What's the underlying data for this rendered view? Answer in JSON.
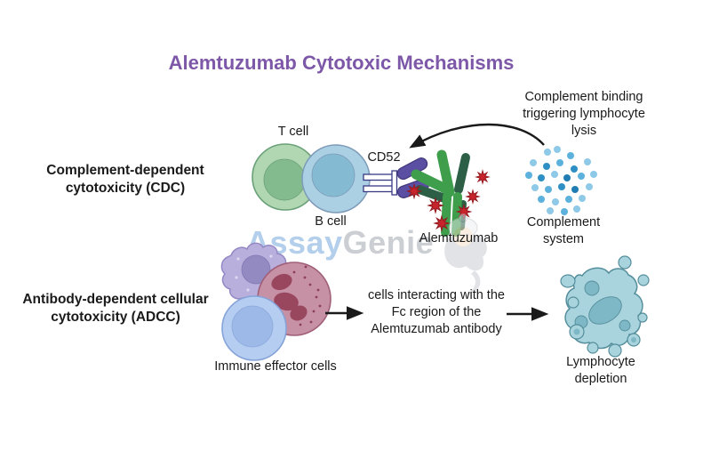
{
  "title": "Alemtuzumab Cytotoxic Mechanisms",
  "cdc": {
    "section_label": "Complement-dependent\ncytotoxicity (CDC)",
    "t_cell": "T cell",
    "b_cell": "B cell",
    "cd52": "CD52",
    "antibody": "Alemtuzumab",
    "complement_system": "Complement\nsystem",
    "annotation": "Complement binding\ntriggering lymphocyte lysis"
  },
  "adcc": {
    "section_label": "Antibody-dependent cellular\ncytotoxicity (ADCC)",
    "effector_cells": "Immune effector cells",
    "process": "cells interacting with the\nFc region of the\nAlemtuzumab antibody",
    "result": "Lymphocyte depletion"
  },
  "watermark": {
    "part1": "Assay",
    "part2": "Genie"
  },
  "colors": {
    "title": "#7d57a8",
    "text": "#1a1a1a",
    "t_cell": "#b0d6b2",
    "b_cell": "#abd0e4",
    "antibody_green": "#3f9e4b",
    "antibody_dark_green": "#2c5f46",
    "cd52_purple": "#5a4fa2",
    "complement_red": "#c8242c",
    "complement_dot_blue": "#2e8fc4",
    "effector_purple": "#b9afdc",
    "effector_pink": "#c791a5",
    "effector_blue": "#b5cdf0",
    "depleted_teal": "#a9d4de"
  }
}
